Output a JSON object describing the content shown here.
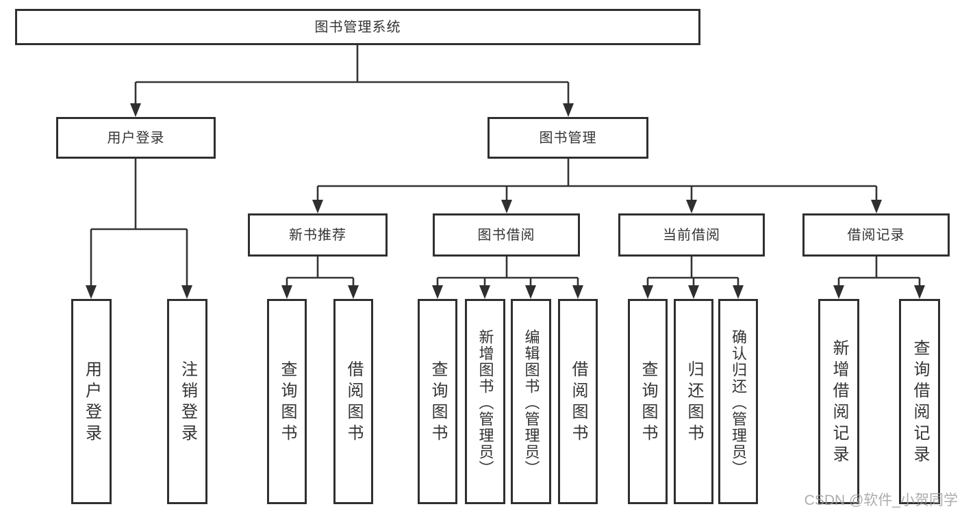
{
  "diagram": {
    "root": "图书管理系统",
    "level1": {
      "user_login": "用户登录",
      "book_mgmt": "图书管理"
    },
    "level2": {
      "new_book": "新书推荐",
      "borrow": "图书借阅",
      "current": "当前借阅",
      "records": "借阅记录"
    },
    "leaves": {
      "user_login": [
        "用户登录",
        "注销登录"
      ],
      "new_book": [
        "查询图书",
        "借阅图书"
      ],
      "borrow": [
        "查询图书",
        "新增图书（管理员）",
        "编辑图书（管理员）",
        "借阅图书"
      ],
      "current": [
        "查询图书",
        "归还图书",
        "确认归还（管理员）"
      ],
      "records": [
        "新增借阅记录",
        "查询借阅记录"
      ]
    }
  },
  "watermark": "CSDN @软件_小贺同学",
  "colors": {
    "line": "#333333",
    "box_border": "#2f2f2f",
    "text": "#333333",
    "background": "#ffffff",
    "watermark": "#9e9e9e"
  }
}
